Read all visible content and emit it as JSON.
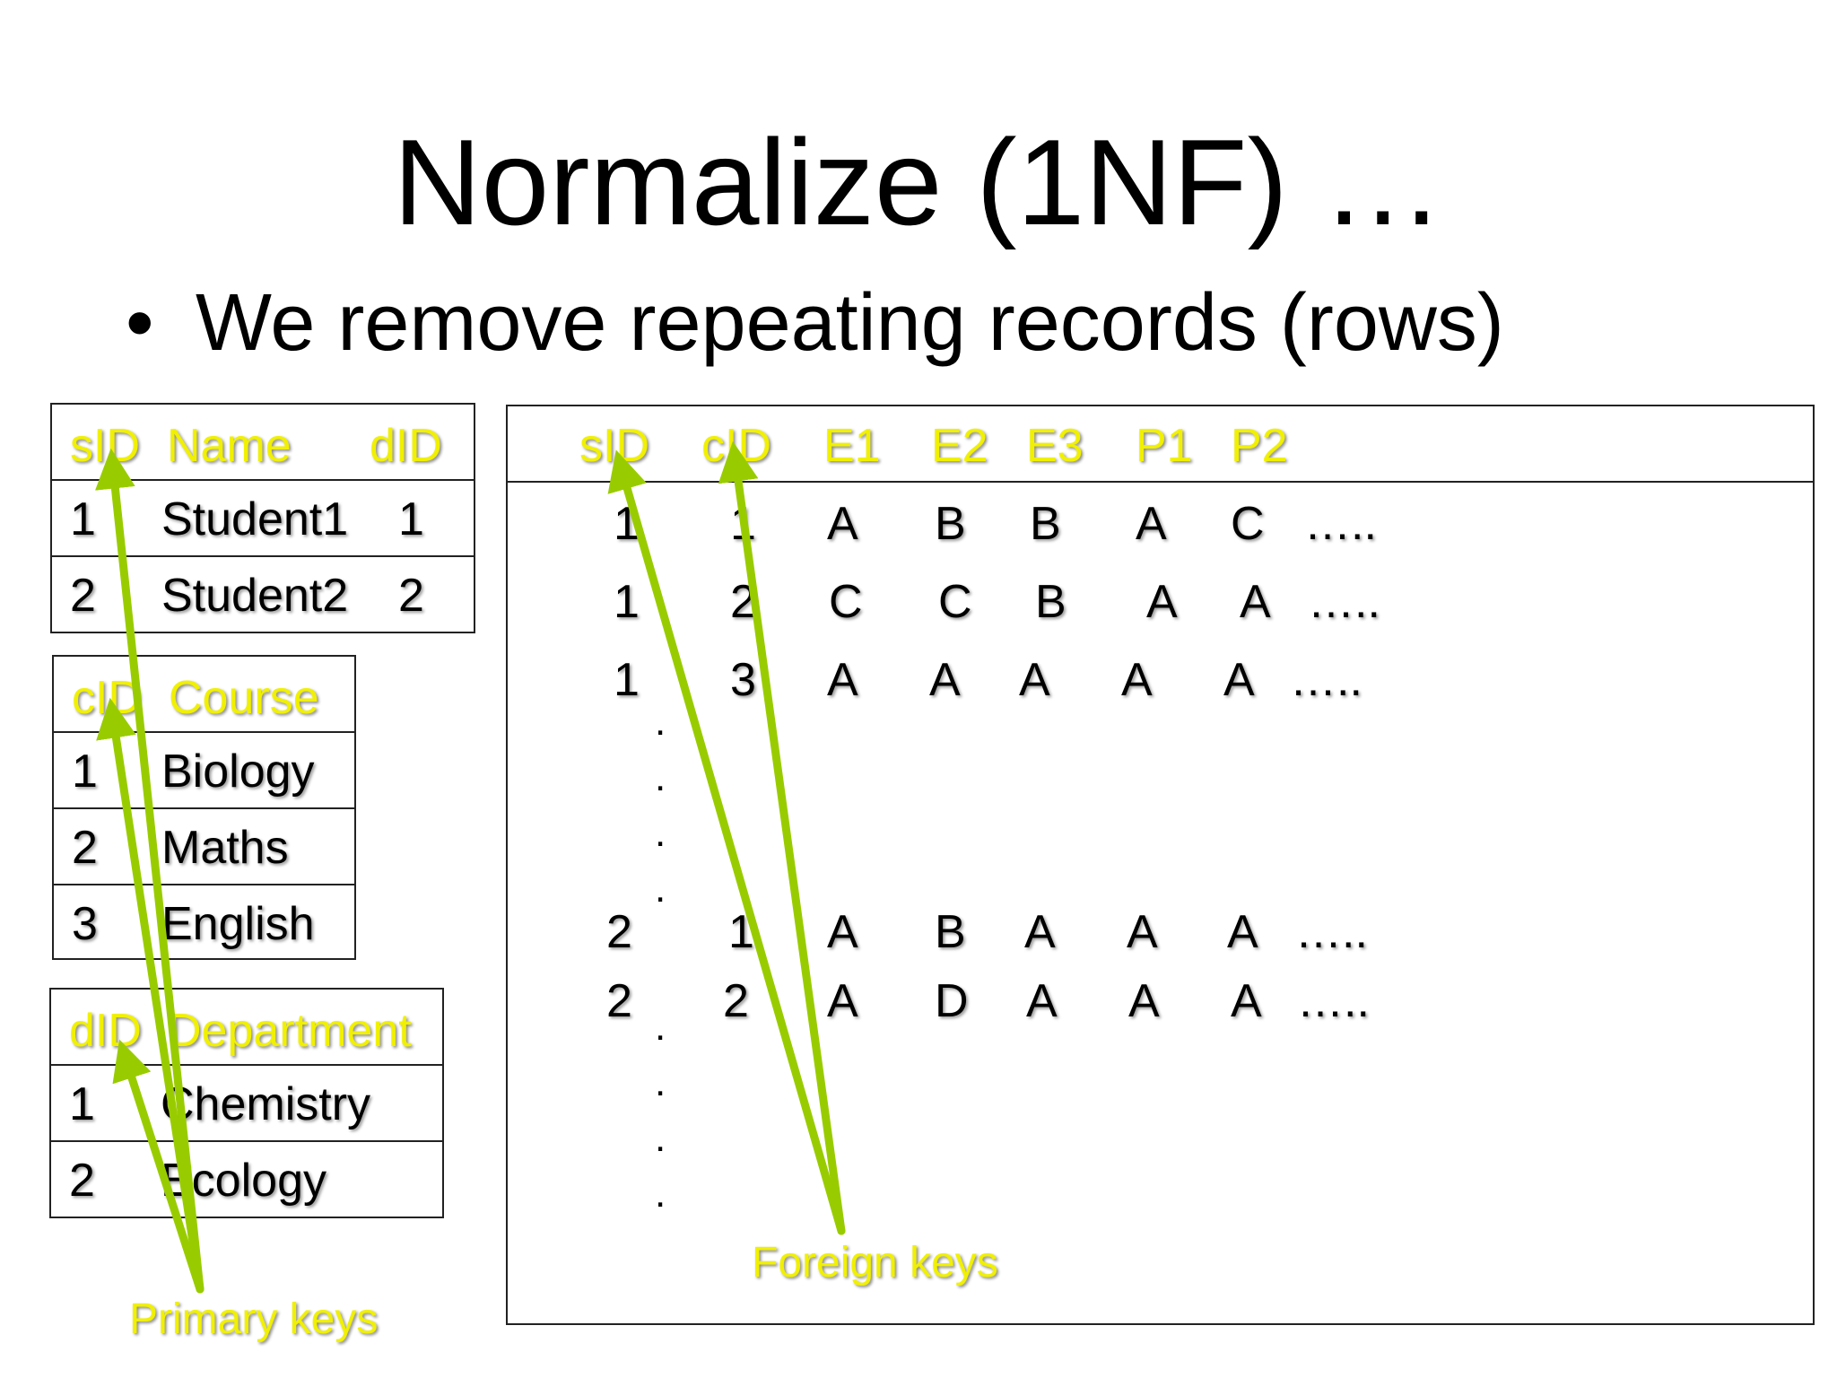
{
  "title": "Normalize (1NF) …",
  "bullet": "We remove repeating records (rows)",
  "students": {
    "headers": [
      "sID",
      "Name",
      "dID"
    ],
    "rows": [
      [
        "1",
        "Student1",
        "1"
      ],
      [
        "2",
        "Student2",
        "2"
      ]
    ]
  },
  "courses": {
    "headers": [
      "cID",
      "Course"
    ],
    "rows": [
      [
        "1",
        "Biology"
      ],
      [
        "2",
        "Maths"
      ],
      [
        "3",
        "English"
      ]
    ]
  },
  "departments": {
    "headers": [
      "dID",
      "Department"
    ],
    "rows": [
      [
        "1",
        "Chemistry"
      ],
      [
        "2",
        "Ecology"
      ]
    ]
  },
  "grades": {
    "headers": [
      "sID",
      "cID",
      "E1",
      "E2",
      "E3",
      "P1",
      "P2"
    ],
    "rows": [
      [
        "1",
        "1",
        "A",
        "B",
        "B",
        "A",
        "C",
        "….."
      ],
      [
        "1",
        "2",
        "C",
        "C",
        "B",
        "A",
        "A",
        "….."
      ],
      [
        "1",
        "3",
        "A",
        "A",
        "A",
        "A",
        "A",
        "….."
      ],
      [
        "2",
        "1",
        "A",
        "B",
        "A",
        "A",
        "A",
        "….."
      ],
      [
        "2",
        "2",
        "A",
        "D",
        "A",
        "A",
        "A",
        "….."
      ]
    ],
    "ellipsis_dot": "."
  },
  "labels": {
    "primary_keys": "Primary keys",
    "foreign_keys": "Foreign keys"
  },
  "colors": {
    "header_text": "#f0f000",
    "arrow": "#99cc00"
  }
}
